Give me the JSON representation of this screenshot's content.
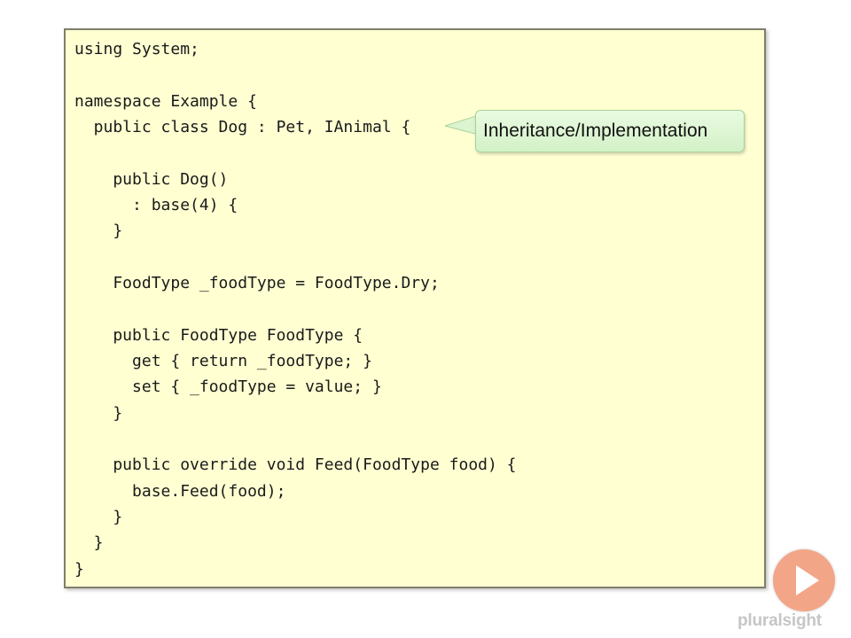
{
  "code": {
    "lines": [
      "using System;",
      "",
      "namespace Example {",
      "  public class Dog : Pet, IAnimal {",
      "",
      "    public Dog()",
      "      : base(4) {",
      "    }",
      "",
      "    FoodType _foodType = FoodType.Dry;",
      "",
      "    public FoodType FoodType {",
      "      get { return _foodType; }",
      "      set { _foodType = value; }",
      "    }",
      "",
      "    public override void Feed(FoodType food) {",
      "      base.Feed(food);",
      "    }",
      "  }",
      "}"
    ]
  },
  "callout": {
    "text": "Inheritance/Implementation"
  },
  "branding": {
    "logo_icon": "play-icon",
    "logo_text": "pluralsight"
  },
  "colors": {
    "panel_background": "#ffffd2",
    "callout_background": "#d9f3cc",
    "logo_accent": "#f3a588"
  }
}
